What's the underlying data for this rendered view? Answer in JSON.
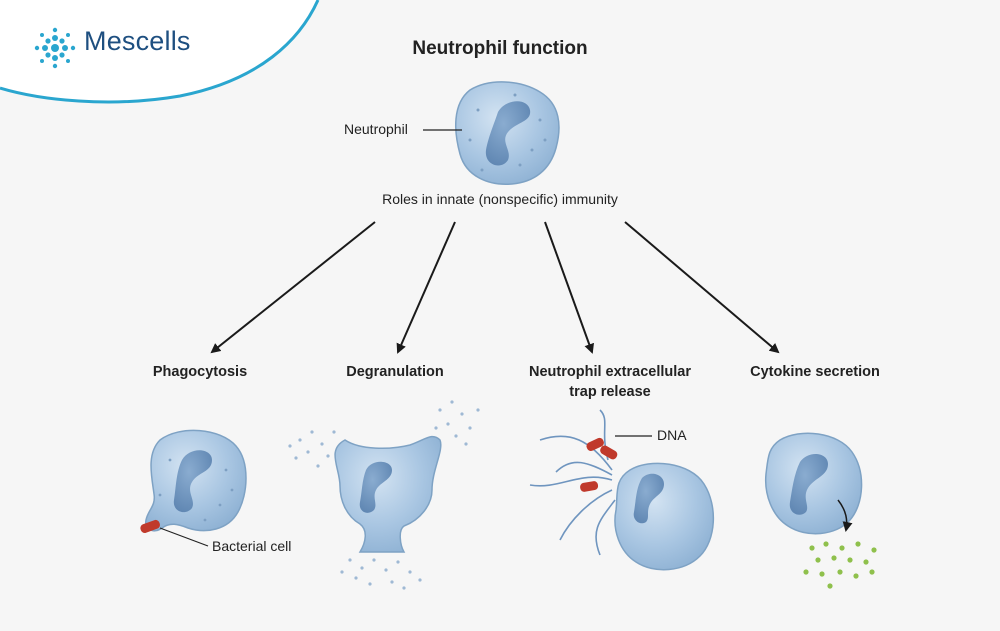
{
  "brand": {
    "name": "Mescells",
    "logo_icon": "mescells-logo-icon",
    "accent_color": "#2aa6cf",
    "text_color": "#1e4f80"
  },
  "diagram": {
    "title": "Neutrophil function",
    "center_label": "Neutrophil",
    "subtitle": "Roles in innate (nonspecific) immunity",
    "roles": [
      {
        "title": "Phagocytosis",
        "annotation": "Bacterial cell"
      },
      {
        "title": "Degranulation",
        "annotation": ""
      },
      {
        "title_line1": "Neutrophil extracellular",
        "title_line2": "trap release",
        "annotation": "DNA"
      },
      {
        "title": "Cytokine secretion",
        "annotation": ""
      }
    ],
    "colors": {
      "cell_fill": "#a9c6e2",
      "cell_stroke": "#7ea2c4",
      "nucleus": "#6f95bf",
      "bacteria": "#c0392b",
      "cytokine": "#8fc04c",
      "arrow": "#1a1a1a"
    }
  }
}
